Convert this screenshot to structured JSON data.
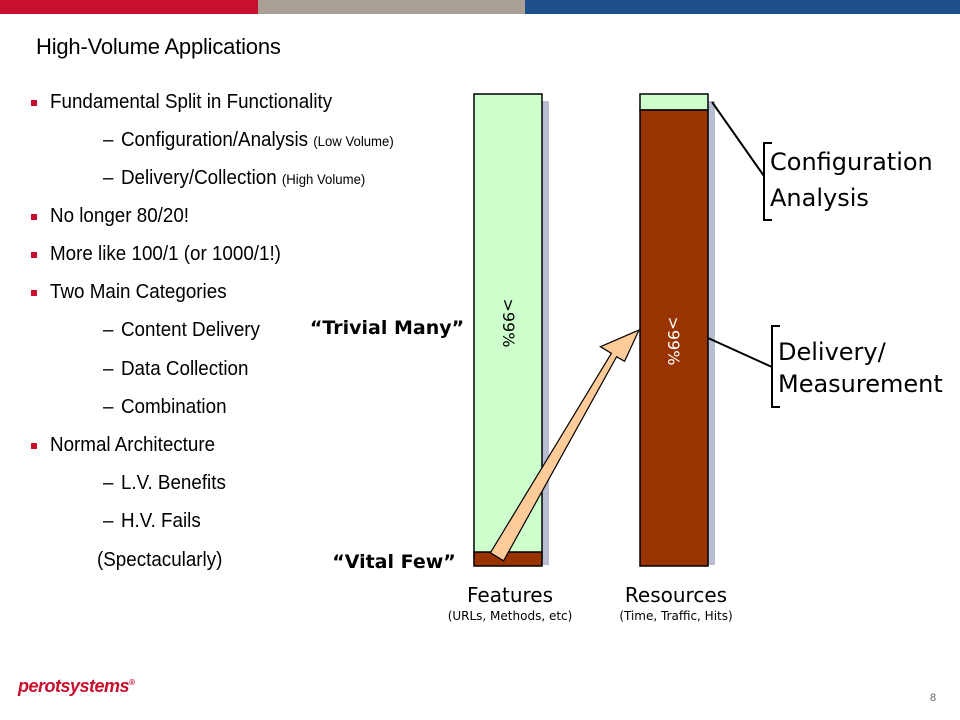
{
  "slide": {
    "title": "High-Volume Applications",
    "page_number": "8",
    "logo": "perotsystems",
    "logo_mark": "®"
  },
  "colors": {
    "top_bar": [
      "#c8102e",
      "#a89f95",
      "#1e4f8c"
    ],
    "bullet": "#c8102e",
    "minority_fill": "#993300",
    "majority_fill": "#ccffcc",
    "arrow_fill": "#ffcc99"
  },
  "bullets": [
    {
      "level": 1,
      "text": "Fundamental Split in Functionality"
    },
    {
      "level": 2,
      "text": "Configuration/Analysis",
      "note": "(Low Volume)"
    },
    {
      "level": 2,
      "text": "Delivery/Collection",
      "note": "(High Volume)"
    },
    {
      "level": 1,
      "text": "No longer 80/20!"
    },
    {
      "level": 1,
      "text": "More like 100/1 (or 1000/1!)"
    },
    {
      "level": 1,
      "text": "Two Main Categories"
    },
    {
      "level": 2,
      "text": "Content Delivery"
    },
    {
      "level": 2,
      "text": "Data Collection"
    },
    {
      "level": 2,
      "text": "Combination"
    },
    {
      "level": 1,
      "text": "Normal Architecture"
    },
    {
      "level": 2,
      "text": "L.V. Benefits"
    },
    {
      "level": 2,
      "text": "H.V. Fails"
    },
    {
      "level": 3,
      "text": "(Spectacularly)"
    }
  ],
  "diagram": {
    "features": {
      "label": "Features",
      "sublabel": "(URLs, Methods, etc)",
      "majority_label": ">99%",
      "minority_share": 0.035
    },
    "resources": {
      "label": "Resources",
      "sublabel": "(Time, Traffic, Hits)",
      "majority_label": ">99%",
      "minority_share": 0.035
    },
    "trivial_many": "“Trivial Many”",
    "vital_few": "“Vital Few”",
    "callout_top": [
      "Configuration",
      "Analysis"
    ],
    "callout_bottom": [
      "Delivery/",
      "Measurement"
    ]
  }
}
